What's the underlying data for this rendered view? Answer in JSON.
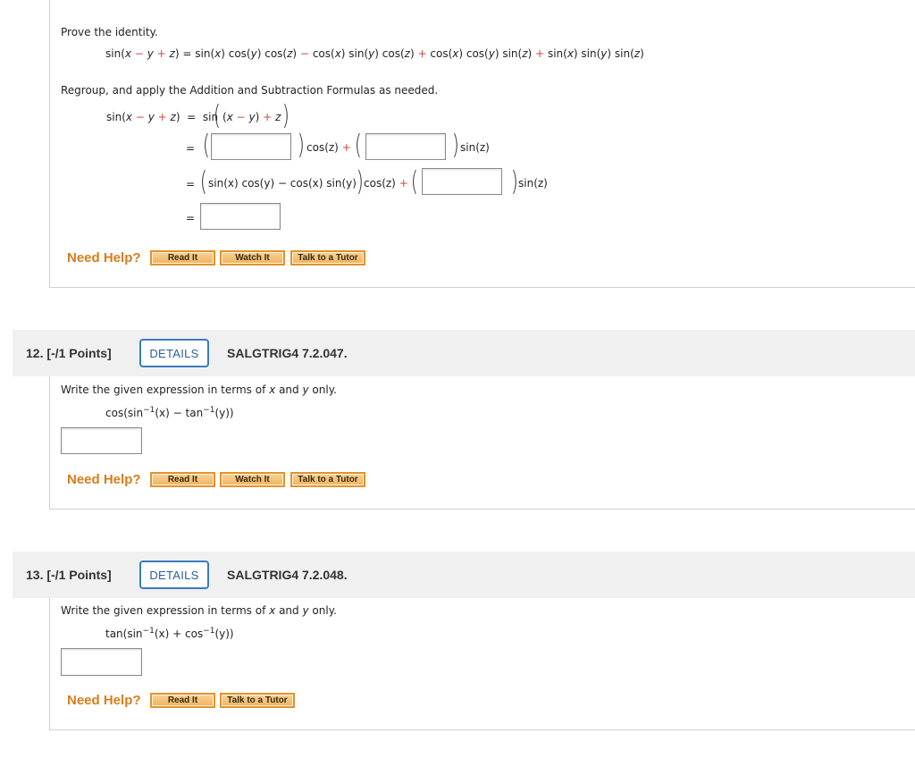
{
  "q11": {
    "prompt": "Prove the identity.",
    "identity": {
      "lhs_a": "sin(",
      "x": "x",
      "minus": "−",
      "y": "y",
      "plus": "+",
      "z": "z",
      "close": ")",
      "equals": "=",
      "t1": "sin(",
      "t1x": "x",
      "t1a": ") cos(",
      "t1y": "y",
      "t1b": ") cos(",
      "t1z": "z",
      "t1c": ")",
      "t2": "cos(",
      "t2x": "x",
      "t2a": ") sin(",
      "t2y": "y",
      "t2b": ") cos(",
      "t2z": "z",
      "t2c": ")",
      "t3": "cos(",
      "t3x": "x",
      "t3a": ") cos(",
      "t3y": "y",
      "t3b": ") sin(",
      "t3z": "z",
      "t3c": ")",
      "t4": "sin(",
      "t4x": "x",
      "t4a": ") sin(",
      "t4y": "y",
      "t4b": ") sin(",
      "t4z": "z",
      "t4c": ")"
    },
    "instruction": "Regroup, and apply the Addition and Subtraction Formulas as needed.",
    "step0_rhs": "sin",
    "step1_mid": "cos(z)",
    "step1_tail": "sin(z)",
    "step2_group": "sin(x) cos(y) − cos(x) sin(y)",
    "step2_after": "cos(z)",
    "step2_tail": "sin(z)",
    "need_help": "Need Help?",
    "buttons": [
      "Read It",
      "Watch It",
      "Talk to a Tutor"
    ]
  },
  "q12": {
    "points": "12. [-/1 Points]",
    "details": "DETAILS",
    "source": "SALGTRIG4 7.2.047.",
    "prompt_a": "Write the given expression in terms of",
    "prompt_x": "x",
    "prompt_and": "and",
    "prompt_y": "y",
    "prompt_b": "only.",
    "expr_a": "cos(sin",
    "expr_sup1": "−1",
    "expr_b": "(x) − tan",
    "expr_sup2": "−1",
    "expr_c": "(y))",
    "need_help": "Need Help?",
    "buttons": [
      "Read It",
      "Watch It",
      "Talk to a Tutor"
    ]
  },
  "q13": {
    "points": "13. [-/1 Points]",
    "details": "DETAILS",
    "source": "SALGTRIG4 7.2.048.",
    "prompt_a": "Write the given expression in terms of",
    "prompt_x": "x",
    "prompt_and": "and",
    "prompt_y": "y",
    "prompt_b": "only.",
    "expr_a": "tan(sin",
    "expr_sup1": "−1",
    "expr_b": "(x) + cos",
    "expr_sup2": "−1",
    "expr_c": "(y))",
    "need_help": "Need Help?",
    "buttons": [
      "Read It",
      "Talk to a Tutor"
    ]
  }
}
